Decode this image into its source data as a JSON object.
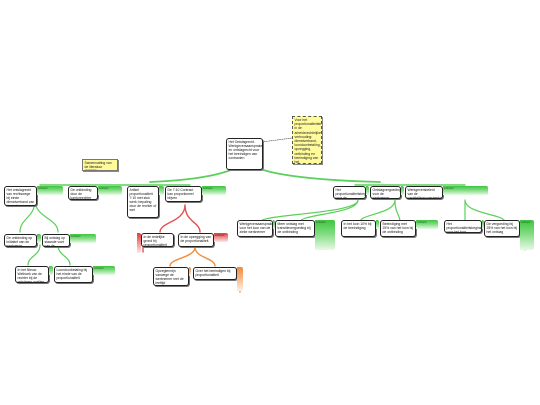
{
  "colors": {
    "link_green": "#5ad05a",
    "link_red": "#e65050",
    "link_orange": "#f09040",
    "note_yellow": "#fffa9a"
  },
  "root": {
    "text": "Het Ontslagrecht. Werkgeversaansprakelijkheid en ontslagrecht voor het beeindigen van contracten"
  },
  "notes": {
    "top_right": "Voor het proportionaliteitsbeginsel in de arbeidsrechtelijke verhouding: dienstverband, loondoorbetaling, opzegging, ontbinding en beeindiging van het dienstverband",
    "left": "Samenvatting van de literatuur (FOR21)"
  },
  "left_branch": {
    "tag": "subtopic",
    "n1": {
      "text": "Het ontslagrecht van rechtswege bij einde dienstverband van de werknemer",
      "tag": "subtopic"
    },
    "n2": {
      "text": "De ontbinding door de kantonrechter bij het ontbreken van een redelijke grond",
      "tag": "subtopic"
    },
    "n3": {
      "text": "Artikel proportionaliteit 7:10 met stuk werk: bepaling door de rechter of wet",
      "tag": "subtopic"
    },
    "n4": {
      "text": "De 7:10 Contract kan proportioneel blijven",
      "tag": "subtopic"
    },
    "n5": {
      "text": "De ontbinding op initiatief van de werkgever",
      "tag": "subtopic"
    },
    "n6": {
      "text": "Bij ontslag op staande voet van de werknemer",
      "tag": "subtopic"
    },
    "n7": {
      "text": "In het Nieuw Wetboek van de rechter bij de ontslagen partijen",
      "tag": "subtopic"
    },
    "n8": {
      "text": "Loondoorbetaling bij het einde van de proportionaliteit",
      "tag": "subtopic"
    },
    "n9": {
      "text": "In de redelijke grond bij proportionaliteit",
      "tag": "subtopic"
    },
    "n10": {
      "text": "In de opzegging van de proportionaliteit",
      "tag": "subtopic"
    },
    "n11": {
      "text": "Opzegtermijn vanwege de werknemer met de leeftijd",
      "tag": "subtopic"
    },
    "n12": {
      "text": "Over het beeindigen bij proportionaliteit",
      "tag": "subtopic"
    }
  },
  "right_branch": {
    "n1": {
      "text": "Werkgeversbeleid van de vaststellingsovereenkomst",
      "tag": "subtopic"
    },
    "n2": {
      "text": "Het proportionaliteitsbeginsel voor de vergoedingen",
      "tag": "subtopic"
    },
    "n3": {
      "text": "Ontslagvergoeding voor de werknemer",
      "tag": "subtopic"
    },
    "n4": {
      "text": "Werkgeversaansprakelijkheid voor het loon van de zieke werknemer",
      "tag": "subtopic"
    },
    "n5": {
      "text": "Meer ontslag met transitievergoeding bij de ontbinding",
      "tag": "subtopic"
    },
    "n6": {
      "text": "In het loon 10% bij de beeindiging",
      "tag": "subtopic"
    },
    "n7": {
      "text": "Beeindiging met 25% van het loon bij de ontbinding",
      "tag": "subtopic"
    },
    "n8": {
      "text": "Het proportionaliteitsbeginsel voor het loon",
      "tag": "subtopic"
    },
    "n9": {
      "text": "De vergoeding bij 25% van het loon bij het ontslag",
      "tag": "subtopic"
    }
  }
}
